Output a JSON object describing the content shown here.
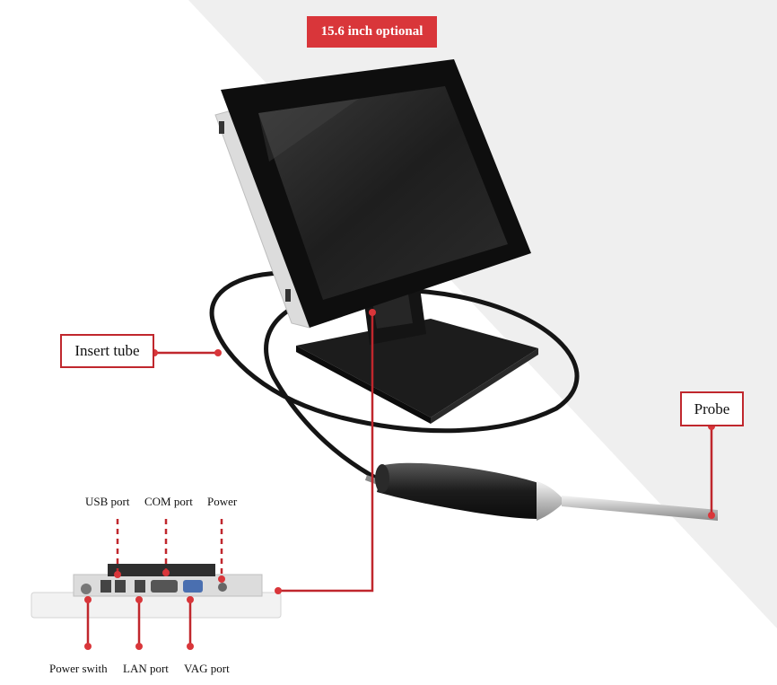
{
  "badge": {
    "text": "15.6 inch optional"
  },
  "callouts": {
    "insert_tube": "Insert tube",
    "probe": "Probe"
  },
  "ports_top": {
    "usb": "USB port",
    "com": "COM port",
    "power": "Power"
  },
  "ports_bottom": {
    "power_switch": "Power swith",
    "lan": "LAN port",
    "vga": "VAG port"
  },
  "colors": {
    "accent": "#d9363a",
    "line": "#c0272d",
    "background_panel": "#efefef",
    "device_dark": "#1a1a1a"
  }
}
